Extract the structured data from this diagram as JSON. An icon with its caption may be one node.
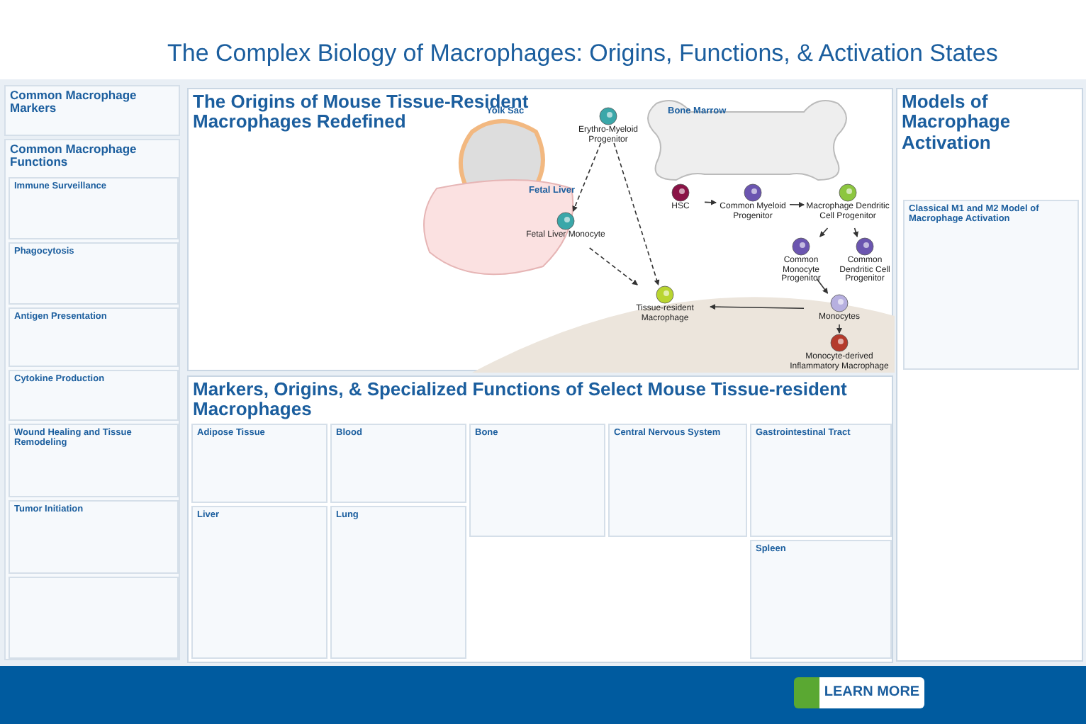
{
  "diagram": {
    "title": "The Complex Biology of Macrophages: Origins, Functions, & Activation States",
    "nodes": [
      {
        "text": [
          "Common Macrophage Markers"
        ]
      },
      {
        "text": [
          "Common Macrophage Functions"
        ]
      },
      {
        "text": [
          "Immune Surveillance"
        ],
        "in": 1
      },
      {
        "text": [
          "Phagocytosis"
        ],
        "in": 1
      },
      {
        "text": [
          "Antigen Presentation"
        ],
        "in": 1
      },
      {
        "text": [
          "Cytokine Production"
        ],
        "in": 1
      },
      {
        "text": [
          "Wound Healing and Tissue Remodeling"
        ],
        "in": 1
      },
      {
        "text": [
          "Tumor Initiation"
        ],
        "in": 1
      },
      {
        "text": [],
        "shape": "box",
        "in": 1
      },
      {
        "text": [
          "The Origins of Mouse Tissue-Resident Macrophages Redefined"
        ]
      },
      {
        "text": [
          "Yolk Sac"
        ],
        "in": 9
      },
      {
        "text": [
          "Erythro-Myeloid Progenitor"
        ],
        "in": 9
      },
      {
        "text": [
          "Fetal Liver"
        ],
        "in": 9
      },
      {
        "text": [
          "Fetal Liver Monocyte"
        ],
        "in": 9
      },
      {
        "text": [
          "Bone Marrow"
        ],
        "in": 9
      },
      {
        "text": [
          "HSC"
        ],
        "in": 9
      },
      {
        "text": [
          "Common Myeloid Progenitor"
        ],
        "in": 9
      },
      {
        "text": [
          "Macrophage Dendritic Cell Progenitor"
        ],
        "in": 9
      },
      {
        "text": [
          "Common Monocyte Progenitor"
        ],
        "in": 9
      },
      {
        "text": [
          "Common Dendritic Cell Progenitor"
        ],
        "in": 9
      },
      {
        "text": [
          "Monocytes"
        ],
        "in": 9
      },
      {
        "text": [
          "Tissue-resident Macrophage"
        ],
        "in": 9
      },
      {
        "text": [
          "Monocyte-derived Inflammatory Macrophage"
        ],
        "in": 9
      },
      {
        "text": [
          "Markers, Origins, & Specialized Functions of Select Mouse Tissue-resident Macrophages"
        ]
      },
      {
        "text": [
          "Adipose Tissue"
        ],
        "in": 23
      },
      {
        "text": [
          "Blood"
        ],
        "in": 23
      },
      {
        "text": [
          "Bone"
        ],
        "in": 23
      },
      {
        "text": [
          "Central Nervous System"
        ],
        "in": 23
      },
      {
        "text": [
          "Gastrointestinal Tract"
        ],
        "in": 23
      },
      {
        "text": [
          "Liver"
        ],
        "in": 23
      },
      {
        "text": [
          "Lung"
        ],
        "in": 23
      },
      {
        "text": [
          "Spleen"
        ],
        "in": 23
      },
      {
        "text": [
          "Models of Macrophage Activation"
        ]
      },
      {
        "text": [
          "Classical M1 and M2 Model of Macrophage Activation"
        ],
        "in": 32
      }
    ],
    "edges": [
      {
        "from": 11,
        "to": 21,
        "arrow": "to",
        "style": "dashed"
      },
      {
        "from": 11,
        "to": 13,
        "arrow": "to",
        "style": "dashed"
      },
      {
        "from": 13,
        "to": 21,
        "arrow": "to",
        "style": "dashed"
      },
      {
        "from": 15,
        "to": 16,
        "arrow": "to"
      },
      {
        "from": 16,
        "to": 17,
        "arrow": "to"
      },
      {
        "from": 17,
        "to": 18,
        "arrow": "to"
      },
      {
        "from": 17,
        "to": 19,
        "arrow": "to"
      },
      {
        "from": 18,
        "to": 20,
        "arrow": "to"
      },
      {
        "from": 20,
        "to": 21,
        "arrow": "to"
      },
      {
        "from": 20,
        "to": 22,
        "arrow": "to",
        "style": "dashed"
      }
    ],
    "labels": [
      "LEARN MORE"
    ]
  }
}
